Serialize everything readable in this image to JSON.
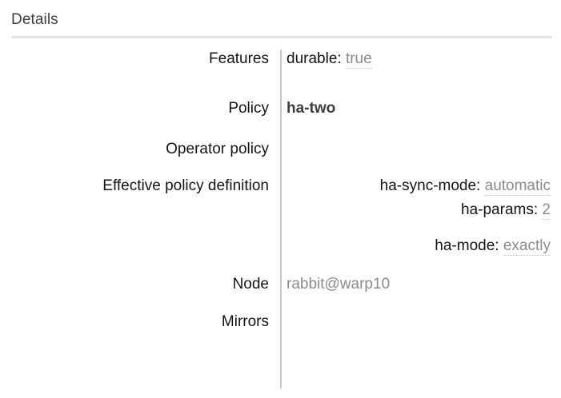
{
  "panel": {
    "heading": "Details"
  },
  "rows": [
    {
      "label": "Features",
      "value_kind": "kv",
      "kv": {
        "key": "durable:",
        "value": "true"
      }
    },
    {
      "label": "Policy",
      "value_kind": "strong",
      "value": "ha-two"
    },
    {
      "label": "Operator policy",
      "value_kind": "empty",
      "value": ""
    },
    {
      "label": "Effective policy definition",
      "value_kind": "kv-list",
      "kv_list": [
        {
          "key": "ha-sync-mode:",
          "value": "automatic"
        },
        {
          "key": "ha-params:",
          "value": "2"
        },
        {
          "key": "ha-mode:",
          "value": "exactly"
        }
      ]
    },
    {
      "label": "Node",
      "value_kind": "plain",
      "value": "rabbit@warp10"
    },
    {
      "label": "Mirrors",
      "value_kind": "empty",
      "value": ""
    }
  ],
  "colors": {
    "label_text": "#141417",
    "value_muted": "#8a8a8f",
    "value_strong": "#3d3d44",
    "rule": "#e3e3e5",
    "divider": "#c9c9cd",
    "background": "#ffffff"
  }
}
